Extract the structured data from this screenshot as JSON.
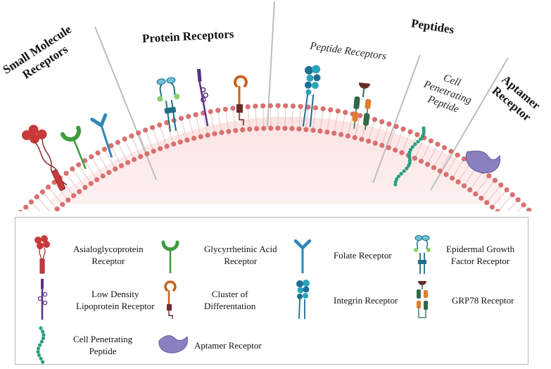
{
  "categories": {
    "small_molecule": [
      "Small Molecule",
      "Receptors"
    ],
    "protein": "Protein Receptors",
    "peptides": "Peptides",
    "aptamer": [
      "Aptamer",
      "Receptor"
    ]
  },
  "subcategories": {
    "peptide_receptors": "Peptide Receptors",
    "cpp": [
      "Cell",
      "Penetrating",
      "Peptide"
    ]
  },
  "legend": [
    {
      "icon": "asialoglycoprotein-receptor-icon",
      "label": [
        "Asialoglycoprotein",
        "Receptor"
      ]
    },
    {
      "icon": "glycyrrhetinic-acid-receptor-icon",
      "label": [
        "Glycyrrhetinic Acid",
        "Receptor"
      ]
    },
    {
      "icon": "folate-receptor-icon",
      "label": [
        "Folate Receptor"
      ]
    },
    {
      "icon": "egf-receptor-icon",
      "label": [
        "Epidermal Growth",
        "Factor Receptor"
      ]
    },
    {
      "icon": "ldl-receptor-icon",
      "label": [
        "Low Density",
        "Lipoprotein Receptor"
      ]
    },
    {
      "icon": "cluster-of-differentiation-icon",
      "label": [
        "Cluster of",
        "Differentation"
      ]
    },
    {
      "icon": "integrin-receptor-icon",
      "label": [
        "Integrin Receptor"
      ]
    },
    {
      "icon": "grp78-receptor-icon",
      "label": [
        "GRP78 Receptor"
      ]
    },
    {
      "icon": "cell-penetrating-peptide-icon",
      "label": [
        "Cell Penetrating",
        "Peptide"
      ]
    },
    {
      "icon": "aptamer-receptor-icon",
      "label": [
        "Aptamer Receptor"
      ]
    }
  ],
  "colors": {
    "membrane_head": "#d9706f",
    "membrane_fill": "#fbe6e6",
    "asgpr": "#c83a3a",
    "gar": "#3f9b3f",
    "folate": "#2f86b8",
    "egfr": "#1d6f86",
    "ldl": "#5b2f86",
    "cd": "#c8621c",
    "integrin": "#1f6e96",
    "grp78": "#2f6a4a",
    "cpp": "#2a9e80",
    "aptamer": "#8a7fbf"
  }
}
